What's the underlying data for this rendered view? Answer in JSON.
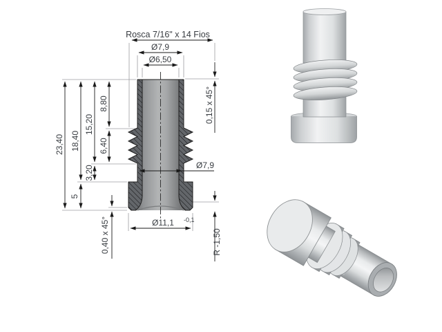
{
  "drawing_labels": {
    "thread_note": "Rosca 7/16\" x 14 Fios",
    "dia_outer_top": "Ø7,9",
    "dia_bore": "Ø6,50",
    "len_total": "23,40",
    "len_to_flange_top": "18,40",
    "len_15_20": "15,20",
    "len_top_section": "8,80",
    "len_thread": "6,40",
    "len_neck": "3,20",
    "len_flange": "5",
    "chamfer_top": "0,15 x 45°",
    "dia_neck": "Ø7,9",
    "dia_flange": "Ø11,1",
    "tol_flange": "-0,1",
    "chamfer_bottom": "0,40 x 45°",
    "fillet_bottom": "R -1,50"
  },
  "colors": {
    "background": "#ffffff",
    "section_fill": "#63666a",
    "hatch_line": "#17181a",
    "outline": "#1f1f1f",
    "dimension_line": "#1a1a1a",
    "extension_line": "#9c9ca0",
    "text": "#383c41",
    "render_light": "#f1f2f3",
    "render_mid": "#c9ccce",
    "render_dark": "#95999c"
  }
}
